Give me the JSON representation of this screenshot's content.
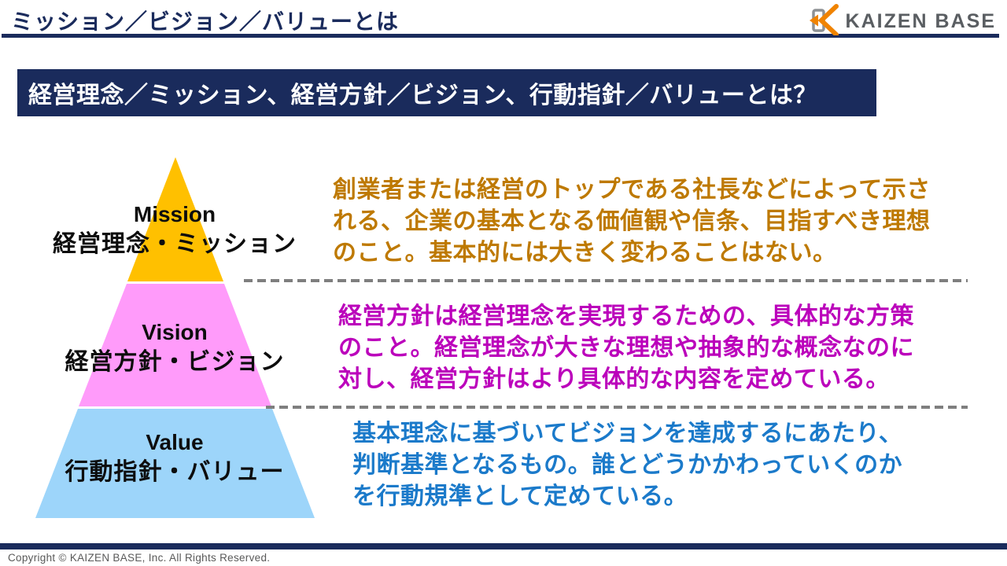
{
  "header": {
    "title": "ミッション／ビジョン／バリューとは",
    "logo_text": "KAIZEN BASE"
  },
  "banner": {
    "text": "経営理念／ミッション、経営方針／ビジョン、行動指針／バリューとは？"
  },
  "pyramid": {
    "levels": [
      {
        "en": "Mission",
        "jp": "経営理念・ミッション",
        "fill_color": "#ffc000",
        "desc_color": "#be7900",
        "description": "創業者または経営のトップである社長などによって示される、企業の基本となる価値観や信条、目指すべき理想のこと。基本的には大きく変わることはない。",
        "desc_lines": [
          "創業者または経営のトップである社長などによって示さ",
          "れる、企業の基本となる価値観や信条、目指すべき理想",
          "のこと。基本的には大きく変わることはない。"
        ]
      },
      {
        "en": "Vision",
        "jp": "経営方針・ビジョン",
        "fill_color": "#ff9bfa",
        "desc_color": "#bb00bb",
        "description": "経営方針は経営理念を実現するための、具体的な方策のこと。経営理念が大きな理想や抽象的な概念なのに対し、経営方針はより具体的な内容を定めている。",
        "desc_lines": [
          "経営方針は経営理念を実現するための、具体的な方策",
          "のこと。経営理念が大きな理想や抽象的な概念なのに",
          "対し、経営方針はより具体的な内容を定めている。"
        ]
      },
      {
        "en": "Value",
        "jp": "行動指針・バリュー",
        "fill_color": "#9dd5fa",
        "desc_color": "#1b7aca",
        "description": "基本理念に基づいてビジョンを達成するにあたり、判断基準となるもの。誰とどうかかわっていくのかを行動規準として定めている。",
        "desc_lines": [
          "基本理念に基づいてビジョンを達成するにあたり、",
          "判断基準となるもの。誰とどうかかわっていくのか",
          "を行動規準として定めている。"
        ]
      }
    ]
  },
  "footer": {
    "copyright": "Copyright ©  KAIZEN BASE, Inc.  All Rights Reserved."
  },
  "colors": {
    "navy": "#1a2b5c",
    "dash_gray": "#7f7f7f",
    "logo_orange": "#f08300",
    "logo_gray": "#8e9194",
    "logo_text_gray": "#5a5e62",
    "footer_text_gray": "#595959"
  }
}
